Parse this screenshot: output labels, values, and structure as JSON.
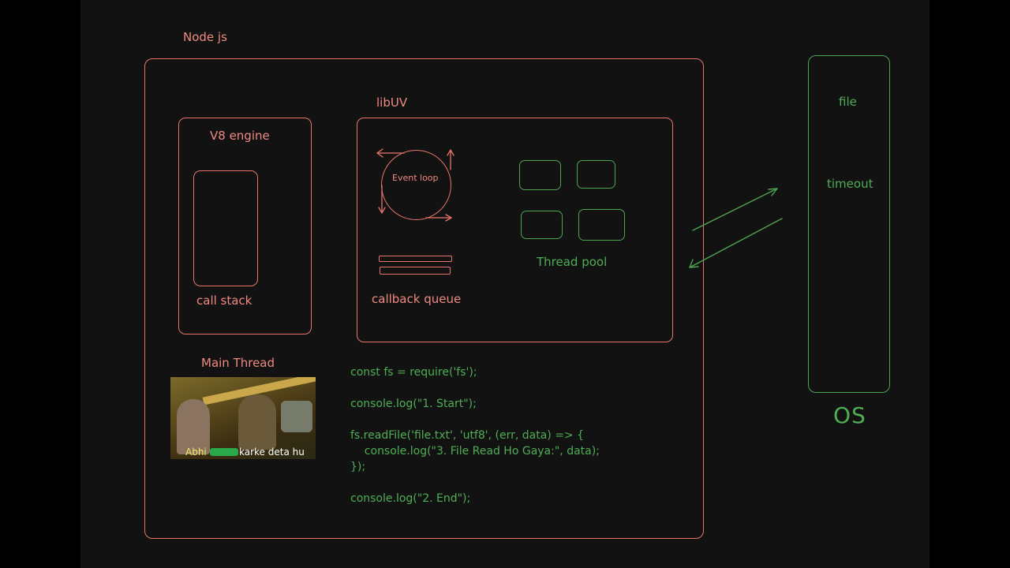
{
  "labels": {
    "node_js": "Node js",
    "v8_engine": "V8 engine",
    "call_stack": "call stack",
    "libuv": "libUV",
    "event_loop": "Event loop",
    "callback_queue": "callback queue",
    "thread_pool": "Thread pool",
    "main_thread": "Main Thread",
    "file": "file",
    "timeout": "timeout",
    "os": "OS"
  },
  "meme": {
    "caption_left": "Abhi",
    "caption_right": "karke deta hu"
  },
  "code_lines": [
    "const fs = require('fs');",
    "",
    "console.log(\"1. Start\");",
    "",
    "fs.readFile('file.txt', 'utf8', (err, data) => {",
    "    console.log(\"3. File Read Ho Gaya:\", data);",
    "});",
    "",
    "console.log(\"2. End\");"
  ],
  "colors": {
    "red": "#e8756c",
    "green": "#4ca350",
    "background": "#121212"
  }
}
